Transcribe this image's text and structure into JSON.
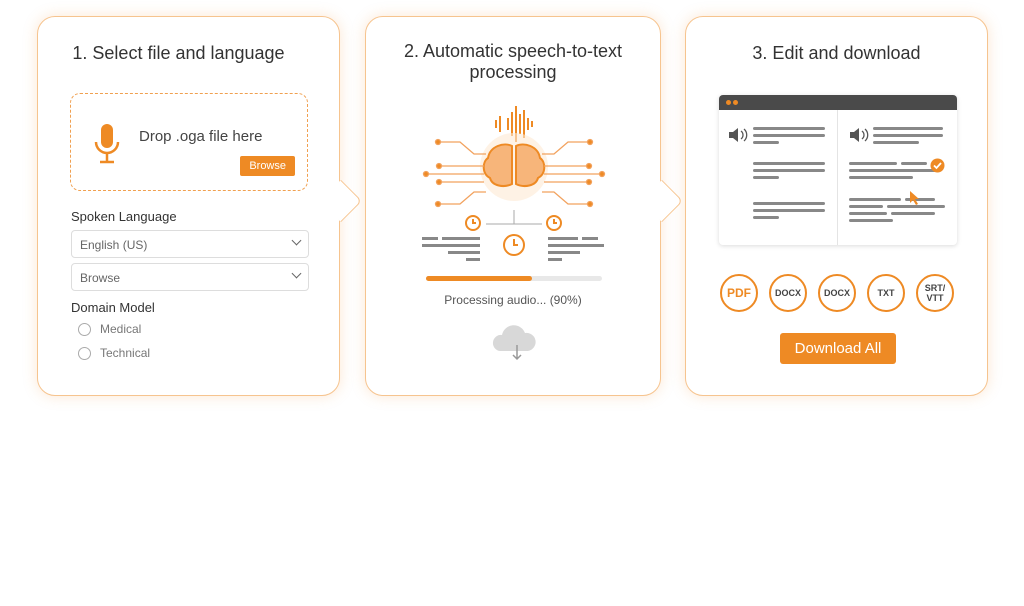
{
  "accent": "#ee8a24",
  "step1": {
    "title": "1. Select file and language",
    "drop_text": "Drop .oga file here",
    "browse_button": "Browse",
    "language_label": "Spoken Language",
    "language_value": "English (US)",
    "second_select_value": "Browse",
    "domain_label": "Domain Model",
    "domain_options": [
      "Medical",
      "Technical"
    ],
    "icon": "microphone-icon"
  },
  "step2": {
    "title_line1": "2. Automatic speech-to-text",
    "title_line2": "processing",
    "progress_percent": 60,
    "progress_text": "Processing audio... (90%)",
    "icons": [
      "sound-wave-icon",
      "brain-icon",
      "clock-icon",
      "cloud-download-icon"
    ]
  },
  "step3": {
    "title": "3. Edit and download",
    "formats": [
      "PDF",
      "DOCX",
      "DOCX",
      "TXT",
      "SRT/\nVTT"
    ],
    "download_all": "Download All",
    "icons": [
      "speaker-icon",
      "check-icon",
      "cursor-icon"
    ]
  }
}
